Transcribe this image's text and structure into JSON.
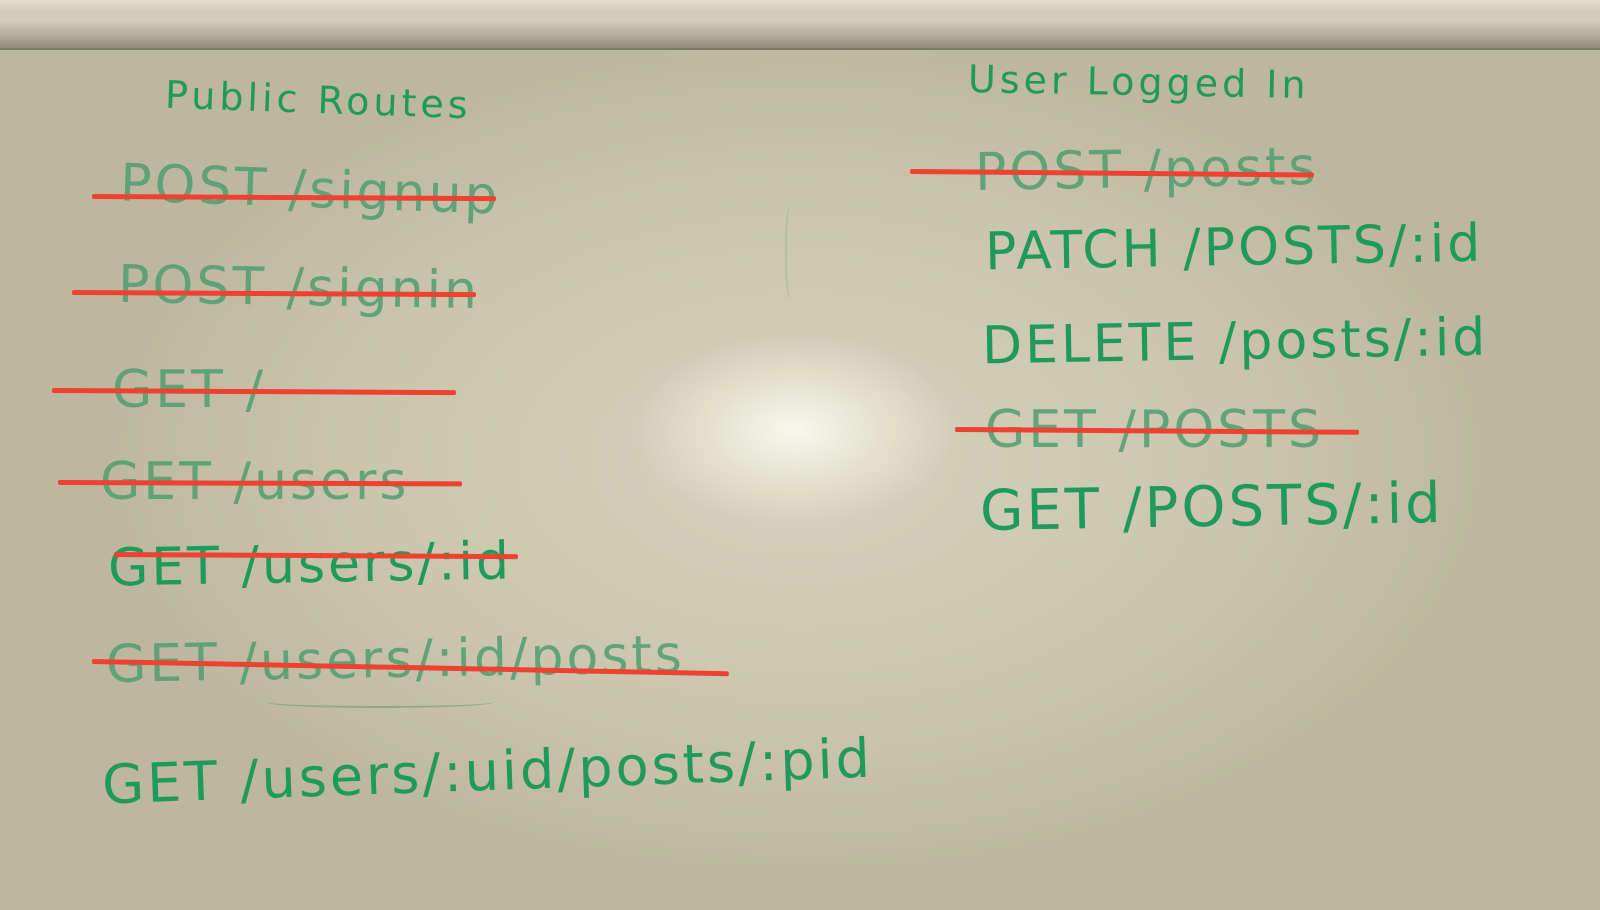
{
  "board": {
    "left_column": {
      "heading": "Public Routes",
      "routes": [
        {
          "text": "POST /signup",
          "struck": true
        },
        {
          "text": "POST /signin",
          "struck": true
        },
        {
          "text": "GET /",
          "struck": true
        },
        {
          "text": "GET /users",
          "struck": true
        },
        {
          "text": "GET /users/:id",
          "struck": true
        },
        {
          "text": "GET /users/:id/posts",
          "struck": true
        },
        {
          "text": "GET /users/:uid/posts/:pid",
          "struck": false
        }
      ]
    },
    "right_column": {
      "heading": "User Logged In",
      "routes": [
        {
          "text": "POST /posts",
          "struck": true
        },
        {
          "text": "PATCH /POSTS/:id",
          "struck": false
        },
        {
          "text": "DELETE /posts/:id",
          "struck": false
        },
        {
          "text": "GET /POSTS",
          "struck": true
        },
        {
          "text": "GET /POSTS/:id",
          "struck": false
        }
      ]
    },
    "colors": {
      "marker_green": "#1f9a5a",
      "strike_red": "#ef4130",
      "board": "#cbc6ad"
    }
  }
}
